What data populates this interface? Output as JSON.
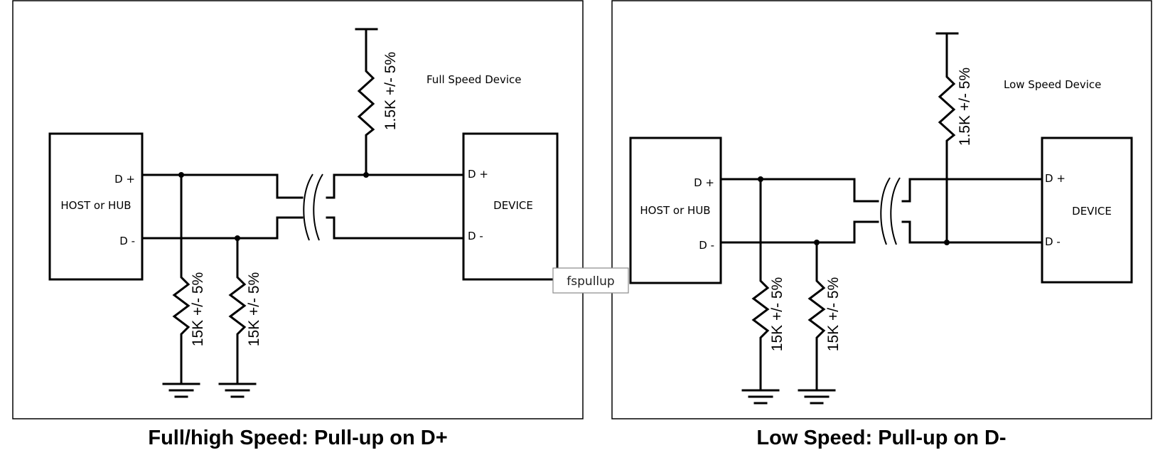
{
  "left_panel": {
    "device_type": "Full Speed Device",
    "host": {
      "label": "HOST or HUB",
      "dplus": "D +",
      "dminus": "D -"
    },
    "device": {
      "label": "DEVICE",
      "dplus": "D +",
      "dminus": "D -"
    },
    "pullup_resistor": "1.5K +/- 5%",
    "pulldown_resistors": [
      "15K +/- 5%",
      "15K +/- 5%"
    ],
    "caption": "Full/high Speed: Pull-up on D+"
  },
  "right_panel": {
    "device_type": "Low Speed Device",
    "host": {
      "label": "HOST or HUB",
      "dplus": "D +",
      "dminus": "D -"
    },
    "device": {
      "label": "DEVICE",
      "dplus": "D +",
      "dminus": "D -"
    },
    "pullup_resistor": "1.5K +/- 5%",
    "pulldown_resistors": [
      "15K +/- 5%",
      "15K +/- 5%"
    ],
    "caption": "Low Speed: Pull-up on D-"
  },
  "tooltip": "fspullup"
}
